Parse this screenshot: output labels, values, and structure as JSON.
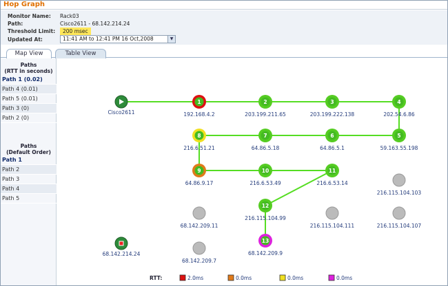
{
  "window": {
    "title": "Hop Graph"
  },
  "info": {
    "monitor_name_label": "Monitor Name:",
    "monitor_name": "Rack03",
    "path_label": "Path:",
    "path": "Cisco2611 - 68.142.214.24",
    "threshold_label": "Threshold Limit:",
    "threshold": "200 msec",
    "updated_label": "Updated At:",
    "updated": "11:41 AM to 12:41 PM 16 Oct,2008"
  },
  "tabs": [
    {
      "label": "Map View",
      "active": true
    },
    {
      "label": "Table View",
      "active": false
    }
  ],
  "sidebar": {
    "rtt_heading_1": "Paths",
    "rtt_heading_2": "(RTT in seconds)",
    "rtt_paths": [
      "Path 1 (0.02)",
      "Path 4 (0.01)",
      "Path 5 (0.01)",
      "Path 3 (0)",
      "Path 2 (0)"
    ],
    "order_heading_1": "Paths",
    "order_heading_2": "(Default Order)",
    "order_paths": [
      "Path 1",
      "Path 2",
      "Path 3",
      "Path 4",
      "Path 5"
    ]
  },
  "graph": {
    "nodes": [
      {
        "id": "src",
        "label": "",
        "caption": "Cisco2611",
        "kind": "source"
      },
      {
        "id": "n1",
        "label": "1",
        "caption": "192.168.4.2",
        "ring": "#dd1111"
      },
      {
        "id": "n2",
        "label": "2",
        "caption": "203.199.211.65",
        "ring": "#55cc22"
      },
      {
        "id": "n3",
        "label": "3",
        "caption": "203.199.222.138",
        "ring": "#55cc22"
      },
      {
        "id": "n4",
        "label": "4",
        "caption": "202.54.6.86",
        "ring": "#55cc22"
      },
      {
        "id": "n5",
        "label": "5",
        "caption": "59.163.55.198",
        "ring": "#55cc22"
      },
      {
        "id": "n6",
        "label": "6",
        "caption": "64.86.5.1",
        "ring": "#55cc22"
      },
      {
        "id": "n7",
        "label": "7",
        "caption": "64.86.5.18",
        "ring": "#55cc22"
      },
      {
        "id": "n8",
        "label": "8",
        "caption": "216.6.51.21",
        "ring": "#f0e020"
      },
      {
        "id": "n9",
        "label": "9",
        "caption": "64.86.9.17",
        "ring": "#e07a1a"
      },
      {
        "id": "n10",
        "label": "10",
        "caption": "216.6.53.49",
        "ring": "#55cc22"
      },
      {
        "id": "n11",
        "label": "11",
        "caption": "216.6.53.14",
        "ring": "#55cc22"
      },
      {
        "id": "n12",
        "label": "12",
        "caption": "216.115.104.99",
        "ring": "#55cc22"
      },
      {
        "id": "n13",
        "label": "13",
        "caption": "68.142.209.9",
        "ring": "#dd22dd"
      },
      {
        "id": "g1",
        "label": "",
        "caption": "216.115.104.103",
        "kind": "idle"
      },
      {
        "id": "g2",
        "label": "",
        "caption": "68.142.209.11",
        "kind": "idle"
      },
      {
        "id": "g3",
        "label": "",
        "caption": "216.115.104.111",
        "kind": "idle"
      },
      {
        "id": "g4",
        "label": "",
        "caption": "216.115.104.107",
        "kind": "idle"
      },
      {
        "id": "g5",
        "label": "",
        "caption": "68.142.209.7",
        "kind": "idle"
      },
      {
        "id": "dst",
        "label": "",
        "caption": "68.142.214.24",
        "kind": "destination"
      }
    ],
    "edges": [
      [
        "src",
        "n1"
      ],
      [
        "n1",
        "n2"
      ],
      [
        "n2",
        "n3"
      ],
      [
        "n3",
        "n4"
      ],
      [
        "n4",
        "n5"
      ],
      [
        "n5",
        "n6"
      ],
      [
        "n6",
        "n7"
      ],
      [
        "n7",
        "n8"
      ],
      [
        "n8",
        "n9"
      ],
      [
        "n9",
        "n10"
      ],
      [
        "n10",
        "n11"
      ],
      [
        "n11",
        "n12"
      ],
      [
        "n12",
        "n13"
      ]
    ],
    "legend_label": "RTT:",
    "legend": [
      {
        "color": "#dd1111",
        "text": "2.0ms"
      },
      {
        "color": "#e07a1a",
        "text": "0.0ms"
      },
      {
        "color": "#f0e020",
        "text": "0.0ms"
      },
      {
        "color": "#dd22dd",
        "text": "0.0ms"
      }
    ],
    "colors": {
      "edge": "#55dd22",
      "node_fill": "#44bb22",
      "idle": "#bbbbbb",
      "source": "#2e8b3a",
      "destination": "#2e8b3a",
      "caption": "#223a7a"
    }
  }
}
